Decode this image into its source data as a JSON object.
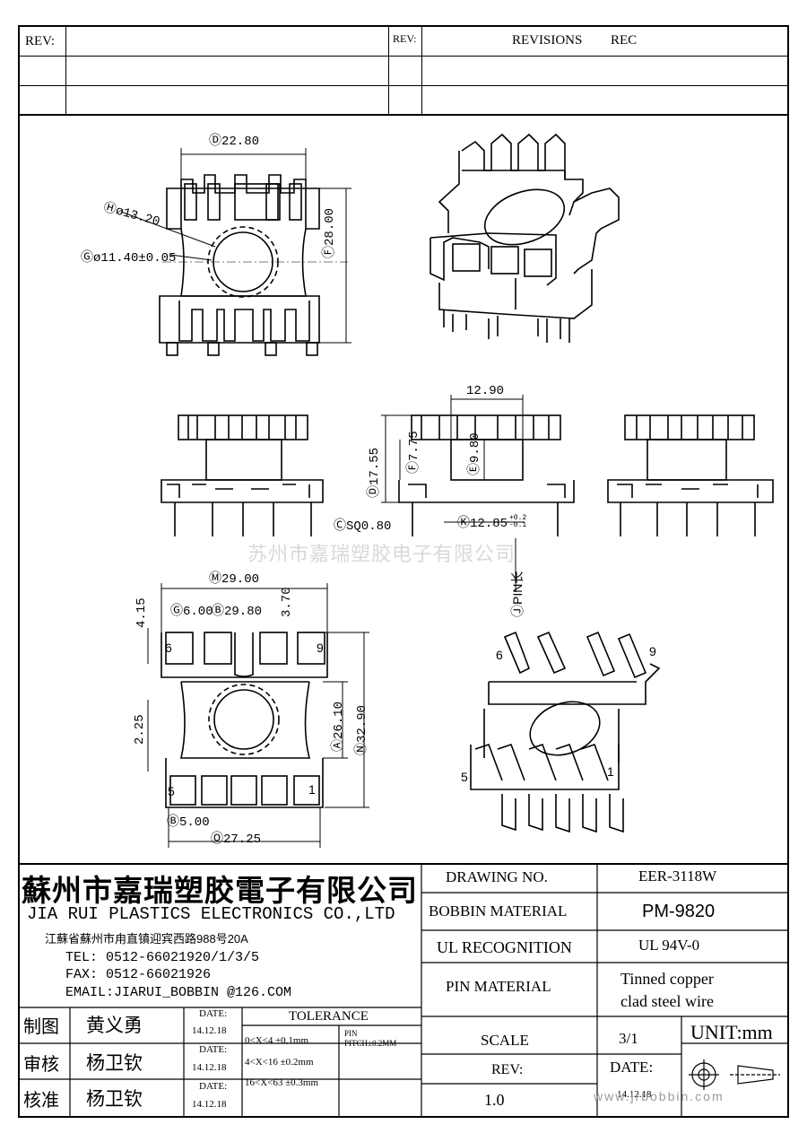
{
  "header": {
    "rev_label_left": "REV:",
    "rev_label_right": "REV:",
    "revisions": "REVISIONS",
    "rec": "REC"
  },
  "dims": {
    "top_d": "Ⓓ22.80",
    "top_h": "Ⓗø13.20",
    "top_g": "Ⓖø11.40±0.05",
    "top_f": "Ⓕ28.00",
    "mid_width": "12.90",
    "mid_d": "Ⓓ17.55",
    "mid_f": "Ⓕ7.75",
    "mid_e": "Ⓔ9.80",
    "mid_k": "Ⓚ12.85",
    "mid_k_tol": "+0.2 -0.1",
    "sq": "ⒸSQ0.80",
    "pinlen": "ⒿPIN长",
    "watermark": "苏州市嘉瑞塑胶电子有限公司",
    "bot_m": "Ⓜ29.00",
    "bot_415": "4.15",
    "bot_600": "Ⓖ6.00",
    "bot_980": "Ⓑ29.80",
    "bot_370": "3.70",
    "bot_225": "2.25",
    "bot_a": "Ⓐ26.10",
    "bot_n": "Ⓝ32.90",
    "bot_500": "Ⓑ5.00",
    "bot_o": "Ⓞ27.25",
    "pin6": "6",
    "pin9": "9",
    "pin5": "5",
    "pin1": "1",
    "iso_pin6": "6",
    "iso_pin9": "9",
    "iso_pin5": "5",
    "iso_pin1": "1"
  },
  "title_block": {
    "company_cn": "蘇州市嘉瑞塑胶電子有限公司",
    "company_en": "JIA RUI PLASTICS ELECTRONICS CO.,LTD",
    "address": "江蘇省蘇州市甪直镇迎宾西路988号20A",
    "tel": "TEL: 0512-66021920/1/3/5",
    "fax": "FAX: 0512-66021926",
    "email": "EMAIL:JIARUI_BOBBIN @126.COM",
    "drawing_no_label": "DRAWING  NO.",
    "drawing_no": "EER-3118W",
    "bobbin_material_label": "BOBBIN  MATERIAL",
    "bobbin_material": "PM-9820",
    "ul_label": "UL RECOGNITION",
    "ul_value": "UL 94V-0",
    "pin_material_label": "PIN MATERIAL",
    "pin_material_1": "Tinned copper",
    "pin_material_2": "clad steel wire",
    "scale_label": "SCALE",
    "scale_value": "3/1",
    "unit": "UNIT:mm",
    "rev_label": "REV:",
    "rev_value": "1.0",
    "date_label": "DATE:",
    "date_value": "14.12.18",
    "website": "www.jrbobbin.com",
    "roles": [
      {
        "role": "制图",
        "name": "黄义勇",
        "date_label": "DATE:",
        "date": "14.12.18"
      },
      {
        "role": "审核",
        "name": "杨卫钦",
        "date_label": "DATE:",
        "date": "14.12.18"
      },
      {
        "role": "核准",
        "name": "杨卫钦",
        "date_label": "DATE:",
        "date": "14.12.18"
      }
    ],
    "tolerance_label": "TOLERANCE",
    "tol1": "0<X<4  ±0.1mm",
    "tol2": "4<X<16 ±0.2mm",
    "tol3": "16<X<63 ±0.3mm",
    "pin_pitch_1": "PIN",
    "pin_pitch_2": "PITCH±0.2MM"
  }
}
